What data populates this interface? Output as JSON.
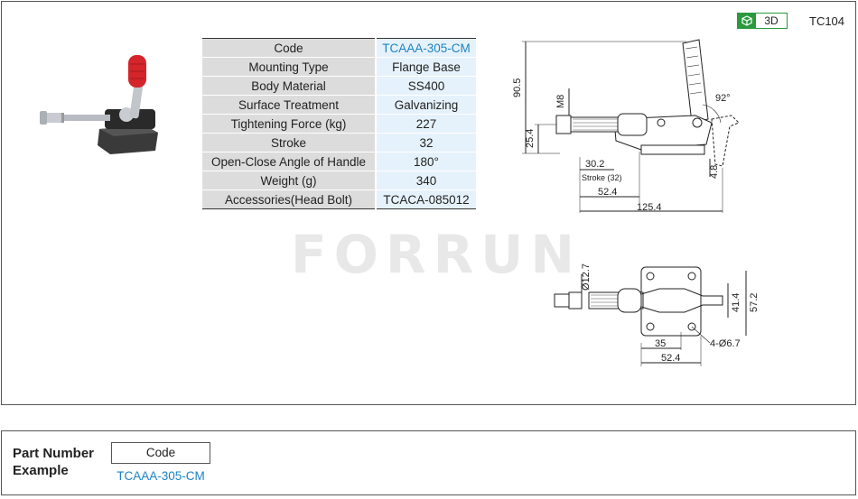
{
  "header": {
    "badge_label": "3D",
    "series_code": "TC104"
  },
  "watermark": "FORRUN",
  "specs": [
    {
      "key": "Code",
      "value": "TCAAA-305-CM"
    },
    {
      "key": "Mounting Type",
      "value": "Flange Base"
    },
    {
      "key": "Body Material",
      "value": "SS400"
    },
    {
      "key": "Surface Treatment",
      "value": "Galvanizing"
    },
    {
      "key": "Tightening Force (kg)",
      "value": "227"
    },
    {
      "key": "Stroke",
      "value": "32"
    },
    {
      "key": "Open-Close  Angle of Handle",
      "value": "180°"
    },
    {
      "key": "Weight (g)",
      "value": "340"
    },
    {
      "key": "Accessories(Head Bolt)",
      "value": "TCACA-085012"
    }
  ],
  "drawing": {
    "side": {
      "d_height": "90.5",
      "d_thread": "M8",
      "d_low": "25.4",
      "d_angle": "92°",
      "d_stroke_pos": "30.2",
      "d_stroke_label": "Stroke (32)",
      "d_mid": "52.4",
      "d_total": "125.4",
      "d_small": "4.8"
    },
    "top": {
      "d_dia": "Ø12.7",
      "d_41": "41.4",
      "d_57": "57.2",
      "d_35": "35",
      "d_52": "52.4",
      "d_holes": "4-Ø6.7"
    }
  },
  "example": {
    "title_line1": "Part Number",
    "title_line2": "Example",
    "box_label": "Code",
    "code": "TCAAA-305-CM"
  },
  "colors": {
    "accent_blue": "#1b82c4",
    "badge_green": "#2b9a3e",
    "handle_red": "#d4252b"
  }
}
